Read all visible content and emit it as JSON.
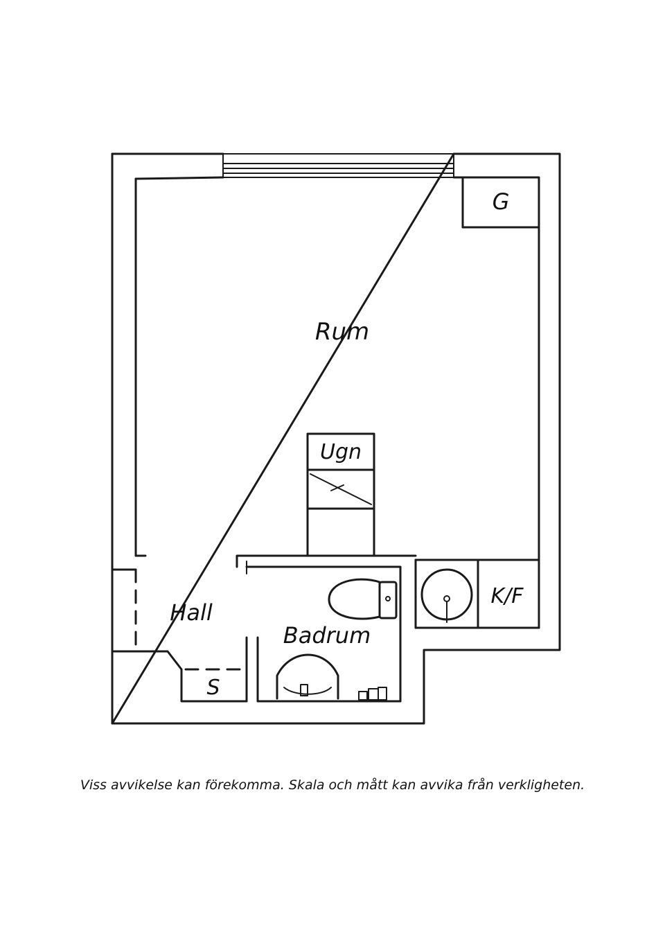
{
  "rooms": {
    "main": "Rum",
    "hall": "Hall",
    "bathroom": "Badrum",
    "storage": "S",
    "wardrobe": "G",
    "oven": "Ugn",
    "fridge_freezer": "K/F"
  },
  "footer": {
    "disclaimer": "Viss avvikelse kan förekomma. Skala och mått kan avvika från verkligheten."
  }
}
